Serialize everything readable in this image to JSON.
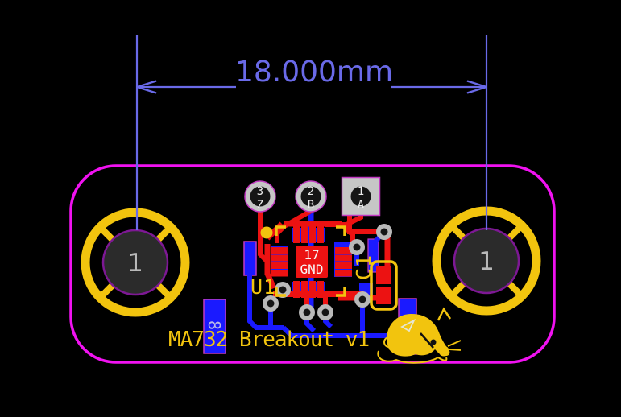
{
  "dimension": {
    "label": "18.000mm",
    "color": "#6a6ae8"
  },
  "board": {
    "title": "MA732 Breakout v1",
    "outline_color": "#f112f1",
    "silkscreen_color": "#f2c40e"
  },
  "mounting_holes": {
    "left_label": "1",
    "right_label": "1"
  },
  "connector_pins": [
    {
      "number": "3",
      "name": "Z"
    },
    {
      "number": "2",
      "name": "B"
    },
    {
      "number": "1",
      "name": "A"
    }
  ],
  "ic": {
    "reference": "U1",
    "thermal_pad_number": "17",
    "thermal_pad_net": "GND"
  },
  "capacitor": {
    "reference": "C1"
  },
  "back_pad": {
    "label": "8"
  },
  "colors": {
    "background": "#000000",
    "copper_front": "#ec1212",
    "copper_back": "#1a1aff",
    "board_outline": "#f112f1",
    "silkscreen": "#f2c40e",
    "dimension": "#6a6ae8",
    "via_ring": "#b9b9b9",
    "pad_ring": "#c6c6c6",
    "hole_fill": "#2b2b2b",
    "hole_outline": "#7d1894"
  }
}
